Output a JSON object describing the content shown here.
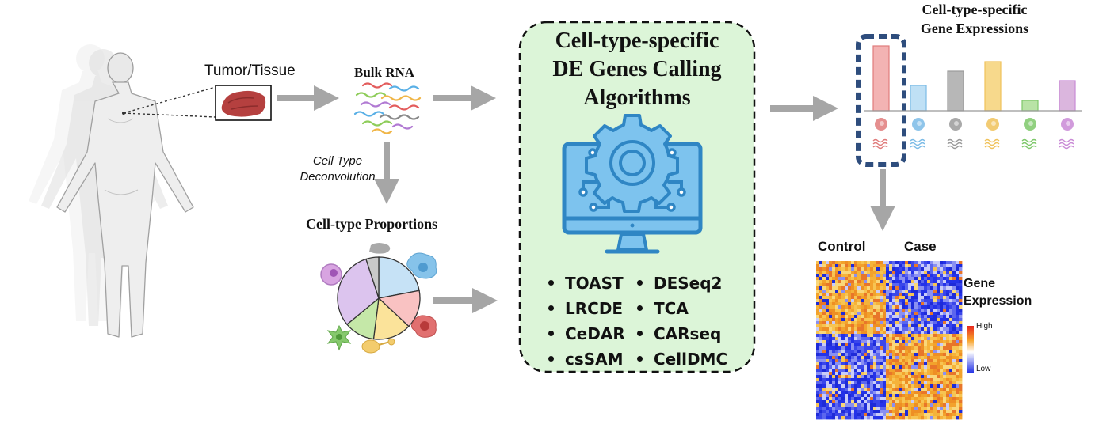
{
  "labels": {
    "tumor_tissue": "Tumor/Tissue",
    "bulk_rna": "Bulk RNA",
    "cell_type_deconvolution_line1": "Cell Type",
    "cell_type_deconvolution_line2": "Deconvolution",
    "cell_type_proportions": "Cell-type Proportions",
    "cell_type_specific_line1": "Cell-type-specific",
    "gene_expressions_line2": "Gene Expressions"
  },
  "central_box": {
    "title_line1": "Cell-type-specific",
    "title_line2": "DE Genes Calling",
    "title_line3": "Algorithms",
    "background": "#dcf5d8",
    "algorithms_left": [
      "TOAST",
      "LRCDE",
      "CeDAR",
      "csSAM"
    ],
    "algorithms_right": [
      "DESeq2",
      "TCA",
      "CARseq",
      "CellDMC"
    ]
  },
  "heatmap": {
    "control_label": "Control",
    "case_label": "Case",
    "legend_title_line1": "Gene",
    "legend_title_line2": "Expression",
    "legend_high": "High",
    "legend_low": "Low"
  },
  "colors": {
    "arrow": "#a6a6a6",
    "dashed_highlight": "#2e4d7d",
    "monitor_blue": "#2f86c4",
    "monitor_light": "#7dc3ee",
    "heat_orange": "#f2a22c",
    "heat_blue": "#2432e8"
  },
  "cell_types": [
    {
      "name": "red-cell",
      "color": "#e07b7b",
      "bar_color": "#f3b3b3",
      "level": 0.82
    },
    {
      "name": "blue-cell",
      "color": "#7bbbe6",
      "bar_color": "#bfe0f5",
      "level": 0.32
    },
    {
      "name": "gray-cell",
      "color": "#9a9a9a",
      "bar_color": "#b7b7b7",
      "level": 0.5
    },
    {
      "name": "yellow-cell",
      "color": "#f0c25a",
      "bar_color": "#f7d98c",
      "level": 0.62
    },
    {
      "name": "green-cell",
      "color": "#7ec86a",
      "bar_color": "#b9e3a6",
      "level": 0.13
    },
    {
      "name": "purple-cell",
      "color": "#c98ad6",
      "bar_color": "#dbb6de",
      "level": 0.38
    }
  ],
  "proportions": [
    {
      "name": "blue-slice",
      "color": "#c6e2f6",
      "share": 0.22
    },
    {
      "name": "red-slice",
      "color": "#f9c2c2",
      "share": 0.15
    },
    {
      "name": "yellow-slice",
      "color": "#fbe39a",
      "share": 0.15
    },
    {
      "name": "green-slice",
      "color": "#c5e8a8",
      "share": 0.12
    },
    {
      "name": "purple-slice",
      "color": "#dcc4ee",
      "share": 0.31
    },
    {
      "name": "gray-slice",
      "color": "#c9c9c9",
      "share": 0.05
    }
  ]
}
